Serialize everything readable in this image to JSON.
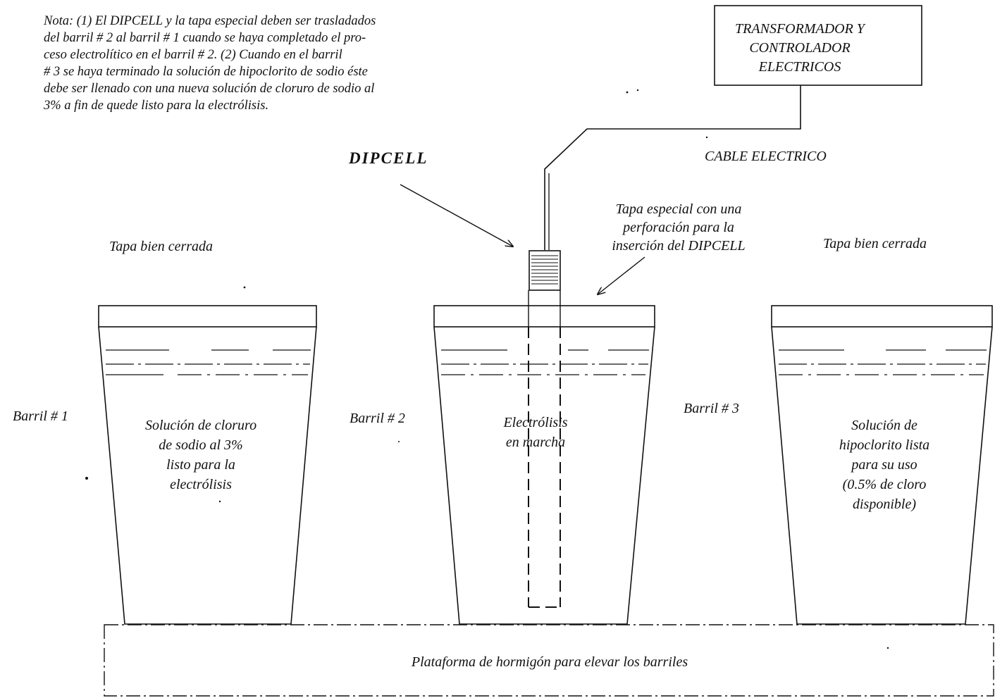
{
  "note": {
    "lines": [
      "Nota:  (1) El DIPCELL y la tapa especial deben ser trasladados",
      "del barril # 2 al barril # 1 cuando se haya completado el pro-",
      "ceso electrolítico en el barril # 2.  (2) Cuando en el barril",
      "# 3 se haya terminado la solución de hipoclorito de sodio éste",
      "debe ser llenado con una nueva solución de cloruro de sodio al",
      "3% a fin de quede listo para la electrólisis."
    ]
  },
  "transformer_box": {
    "lines": [
      "TRANSFORMADOR Y",
      "CONTROLADOR",
      "ELECTRICOS"
    ]
  },
  "cable_label": "CABLE ELECTRICO",
  "dipcell_label": "DIPCELL",
  "special_lid": {
    "lines": [
      "Tapa especial con una",
      "perforación para la",
      "inserción del DIPCELL"
    ]
  },
  "lid_barrel1": "Tapa bien cerrada",
  "lid_barrel3": "Tapa bien cerrada",
  "barrels": [
    {
      "label": "Barril # 1",
      "content": [
        "Solución de cloruro",
        "de sodio al 3%",
        "listo para la",
        "electrólisis"
      ]
    },
    {
      "label": "Barril # 2",
      "content": [
        "Electrólisis",
        "en marcha"
      ]
    },
    {
      "label": "Barril # 3",
      "content": [
        "Solución de",
        "hipoclorito lista",
        "para su uso",
        "(0.5% de cloro",
        "disponible)"
      ]
    }
  ],
  "platform_label": "Plataforma de hormigón para elevar los barriles"
}
